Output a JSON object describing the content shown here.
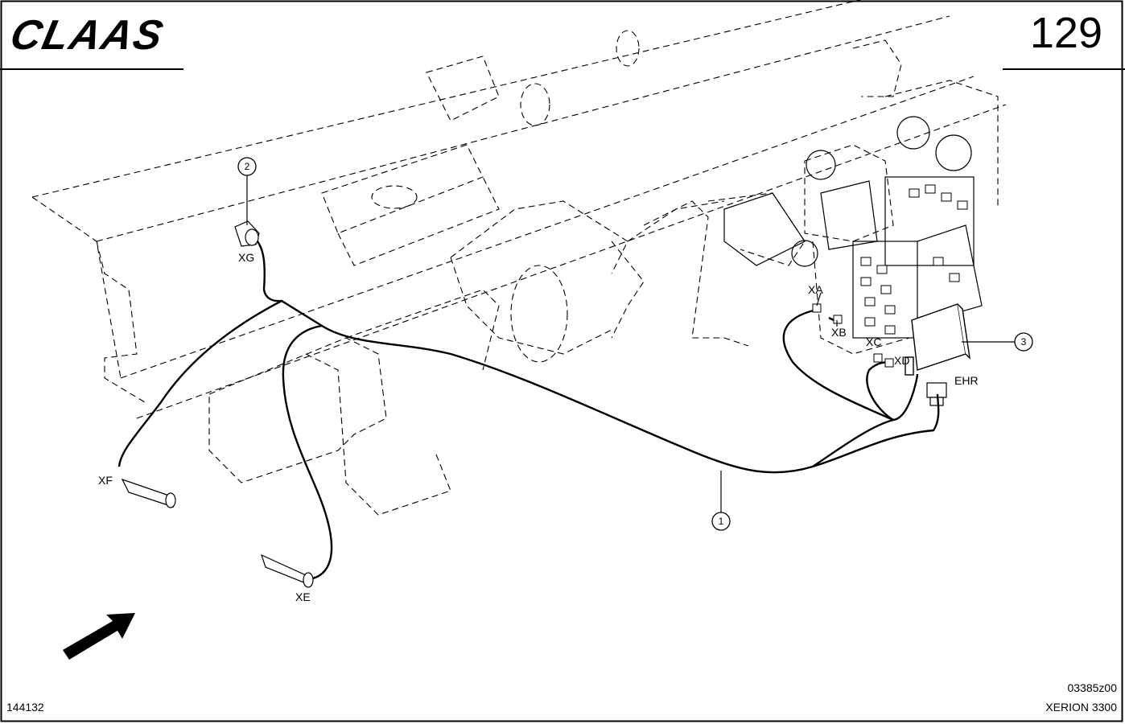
{
  "header": {
    "brand": "CLAAS",
    "page_number": "129"
  },
  "footer": {
    "doc_id": "144132",
    "drawing_code": "03385z00",
    "model": "XERION 3300"
  },
  "connectors": {
    "xa": "XA",
    "xb": "XB",
    "xc": "XC",
    "xd": "XD",
    "xe": "XE",
    "xf": "XF",
    "xg": "XG",
    "ehr": "EHR"
  },
  "callouts": {
    "c1": "1",
    "c2": "2",
    "c3": "3"
  }
}
